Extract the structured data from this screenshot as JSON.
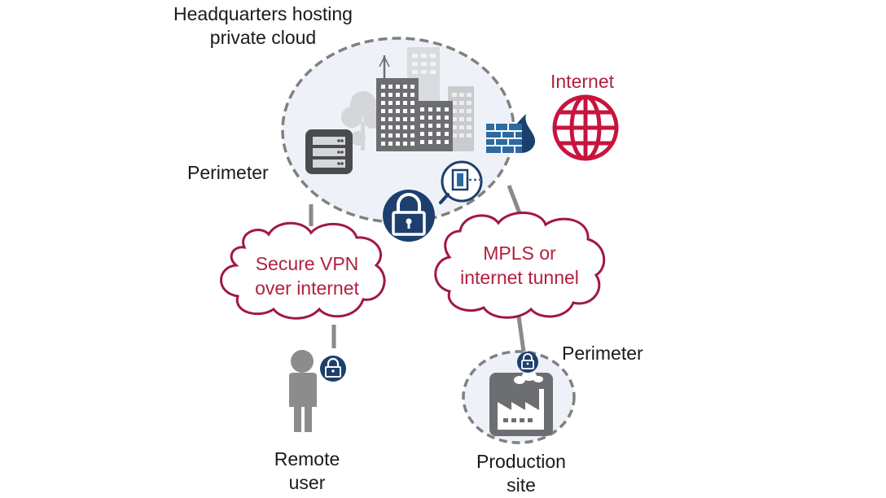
{
  "headquarters": {
    "label_line1": "Headquarters hosting",
    "label_line2": "private cloud",
    "perimeter_label": "Perimeter"
  },
  "internet": {
    "label": "Internet"
  },
  "vpn_cloud": {
    "line1": "Secure VPN",
    "line2": "over internet"
  },
  "mpls_cloud": {
    "line1": "MPLS or",
    "line2": "internet tunnel"
  },
  "remote_user": {
    "line1": "Remote",
    "line2": "user"
  },
  "production_site": {
    "line1": "Production",
    "line2": "site",
    "perimeter_label": "Perimeter"
  },
  "colors": {
    "accent_red": "#b3203d",
    "cloud_outline": "#a0174a",
    "navy": "#1d3f6e",
    "steel_blue": "#2c6aa0",
    "gray_dark": "#6d6e71",
    "dashed_gray": "#808080"
  }
}
